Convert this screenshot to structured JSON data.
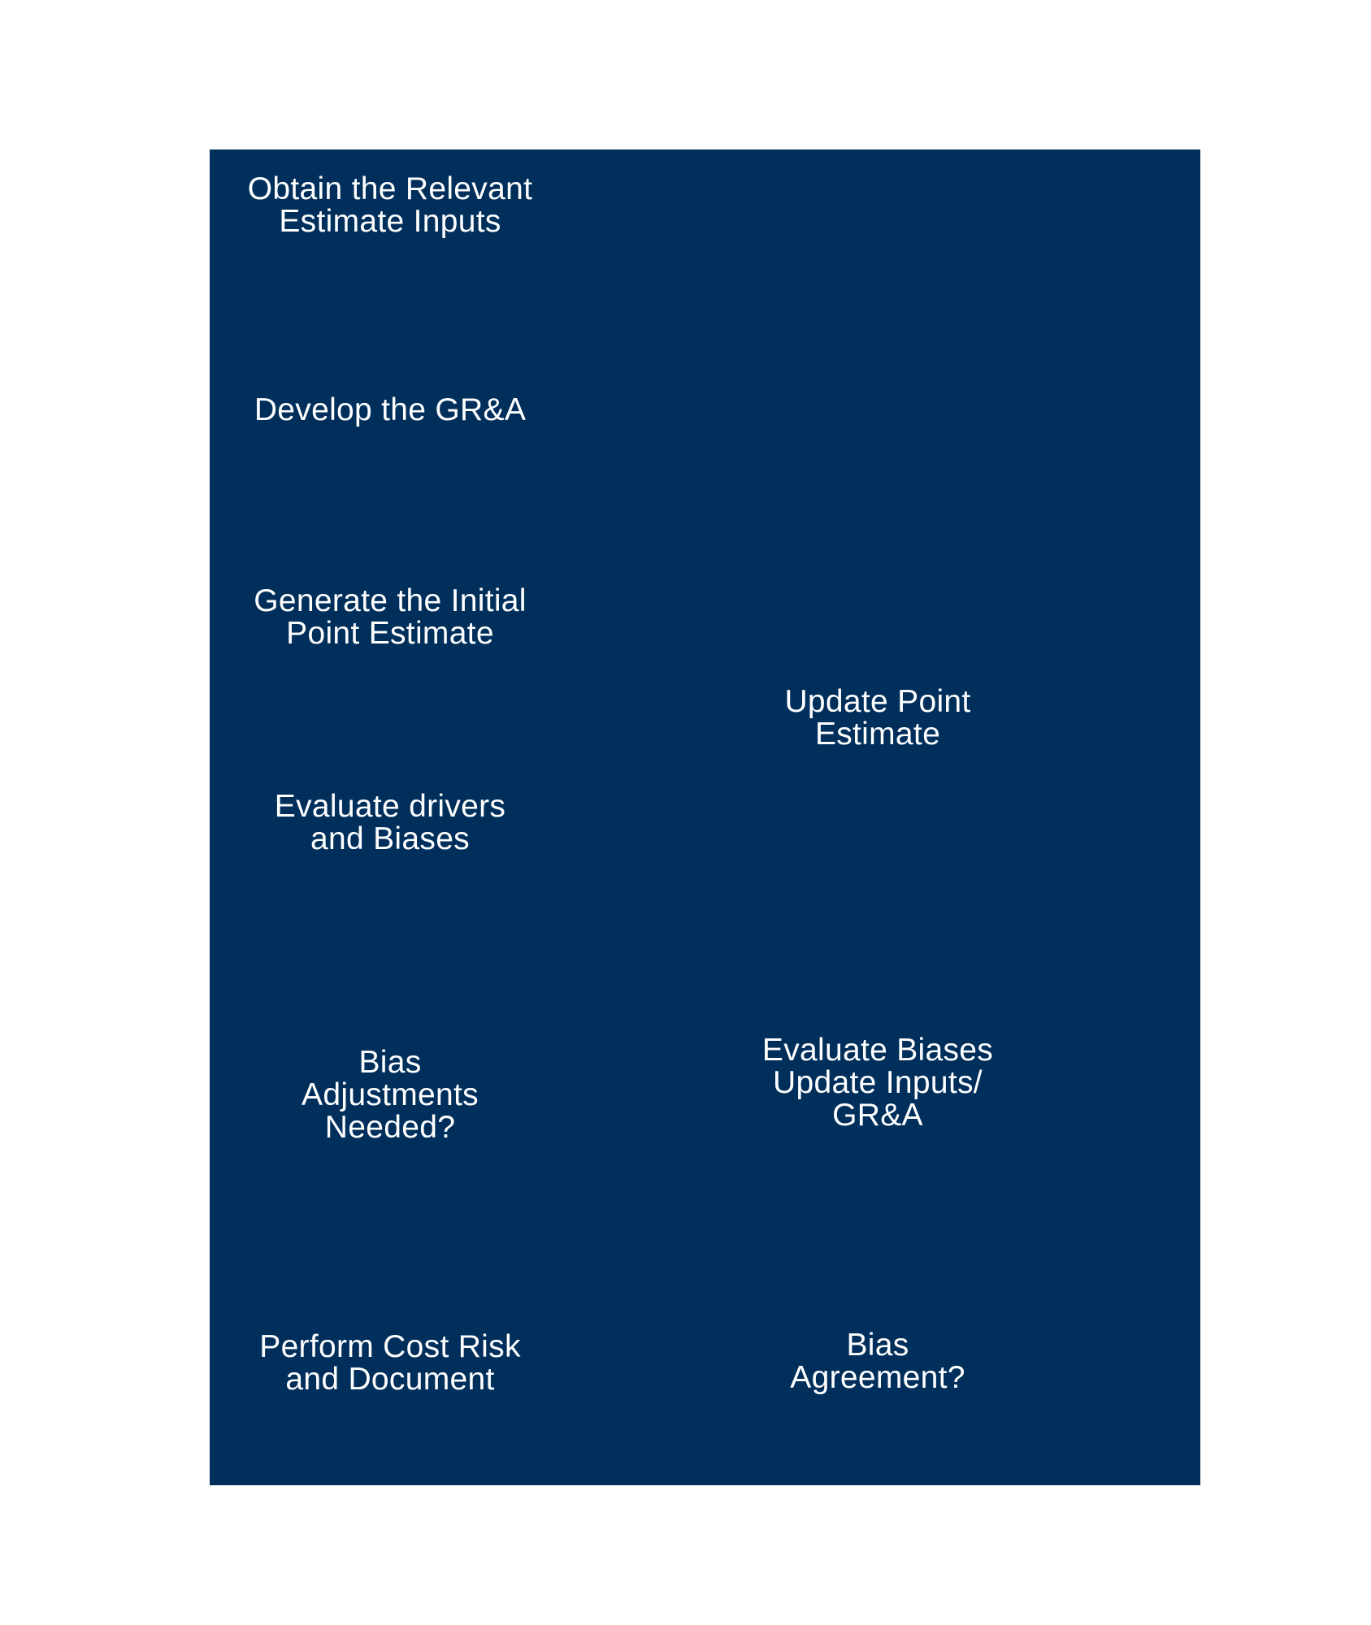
{
  "colors": {
    "page_background": "#FFFFFF",
    "canvas_fill": "#002F5C",
    "text": "#FFFFFF"
  },
  "flowchart": {
    "nodes": [
      {
        "label": "Obtain the Relevant\nEstimate Inputs"
      },
      {
        "label": "Develop the GR&A"
      },
      {
        "label": "Generate the Initial\nPoint Estimate"
      },
      {
        "label": "Update Point\nEstimate"
      },
      {
        "label": "Evaluate drivers\nand Biases"
      },
      {
        "label": "Bias\nAdjustments\nNeeded?"
      },
      {
        "label": "Evaluate Biases\nUpdate Inputs/\nGR&A"
      },
      {
        "label": "Perform Cost Risk\nand Document"
      },
      {
        "label": "Bias\nAgreement?"
      }
    ]
  }
}
